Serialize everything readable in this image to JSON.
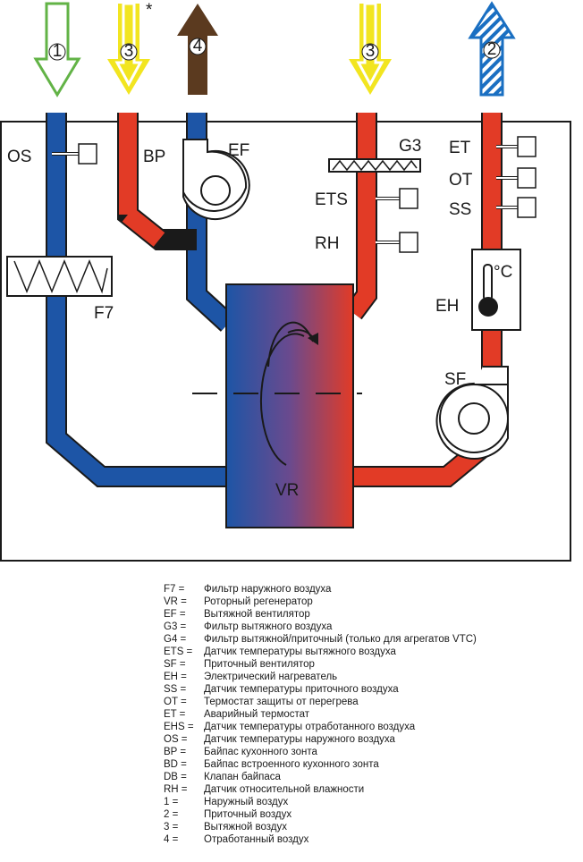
{
  "diagram": {
    "labels": {
      "os": "OS",
      "bp": "BP",
      "ef": "EF",
      "g3": "G3",
      "et": "ET",
      "ot": "OT",
      "ss": "SS",
      "ets": "ETS",
      "rh": "RH",
      "f7": "F7",
      "eh": "EH",
      "sf": "SF",
      "vr": "VR",
      "deg_c": "°C",
      "asterisk": "*"
    },
    "arrows": [
      {
        "number": "1",
        "flow": "down",
        "color": "#62b346"
      },
      {
        "number": "3",
        "flow": "down",
        "color": "#f2e520"
      },
      {
        "number": "4",
        "flow": "up",
        "color": "#5b3a1f"
      },
      {
        "number": "3",
        "flow": "down",
        "color": "#f2e520"
      },
      {
        "number": "2",
        "flow": "up",
        "color": "#1a6fc2"
      }
    ],
    "colors": {
      "cold_duct": "#1d55a6",
      "warm_duct": "#e23b26",
      "outline": "#1a1a1a"
    }
  },
  "legend": [
    {
      "key": "F7 =",
      "desc": "Фильтр наружного воздуха"
    },
    {
      "key": "VR =",
      "desc": "Роторный регенератор"
    },
    {
      "key": "EF =",
      "desc": "Вытяжной вентилятор"
    },
    {
      "key": "G3 =",
      "desc": "Фильтр вытяжного воздуха"
    },
    {
      "key": "G4 =",
      "desc": "Фильтр вытяжной/приточный (только для агрегатов VTC)"
    },
    {
      "key": "ETS =",
      "desc": "Датчик температуры вытяжного воздуха"
    },
    {
      "key": "SF =",
      "desc": "Приточный вентилятор"
    },
    {
      "key": "EH =",
      "desc": "Электрический нагреватель"
    },
    {
      "key": "SS =",
      "desc": "Датчик температуры приточного воздуха"
    },
    {
      "key": "OT =",
      "desc": "Термостат защиты от перегрева"
    },
    {
      "key": "ET =",
      "desc": "Аварийный термостат"
    },
    {
      "key": "EHS =",
      "desc": "Датчик температуры отработанного воздуха"
    },
    {
      "key": "OS =",
      "desc": "Датчик температуры наружного воздуха"
    },
    {
      "key": "BP =",
      "desc": "Байпас кухонного зонта"
    },
    {
      "key": "BD =",
      "desc": "Байпас встроенного кухонного зонта"
    },
    {
      "key": "DB =",
      "desc": "Клапан байпаса"
    },
    {
      "key": "RH =",
      "desc": "Датчик относительной влажности"
    },
    {
      "key": "1 =",
      "desc": "Наружный воздух"
    },
    {
      "key": "2 =",
      "desc": "Приточный воздух"
    },
    {
      "key": "3 =",
      "desc": "Вытяжной воздух"
    },
    {
      "key": "4 =",
      "desc": "Отработанный воздух"
    }
  ]
}
